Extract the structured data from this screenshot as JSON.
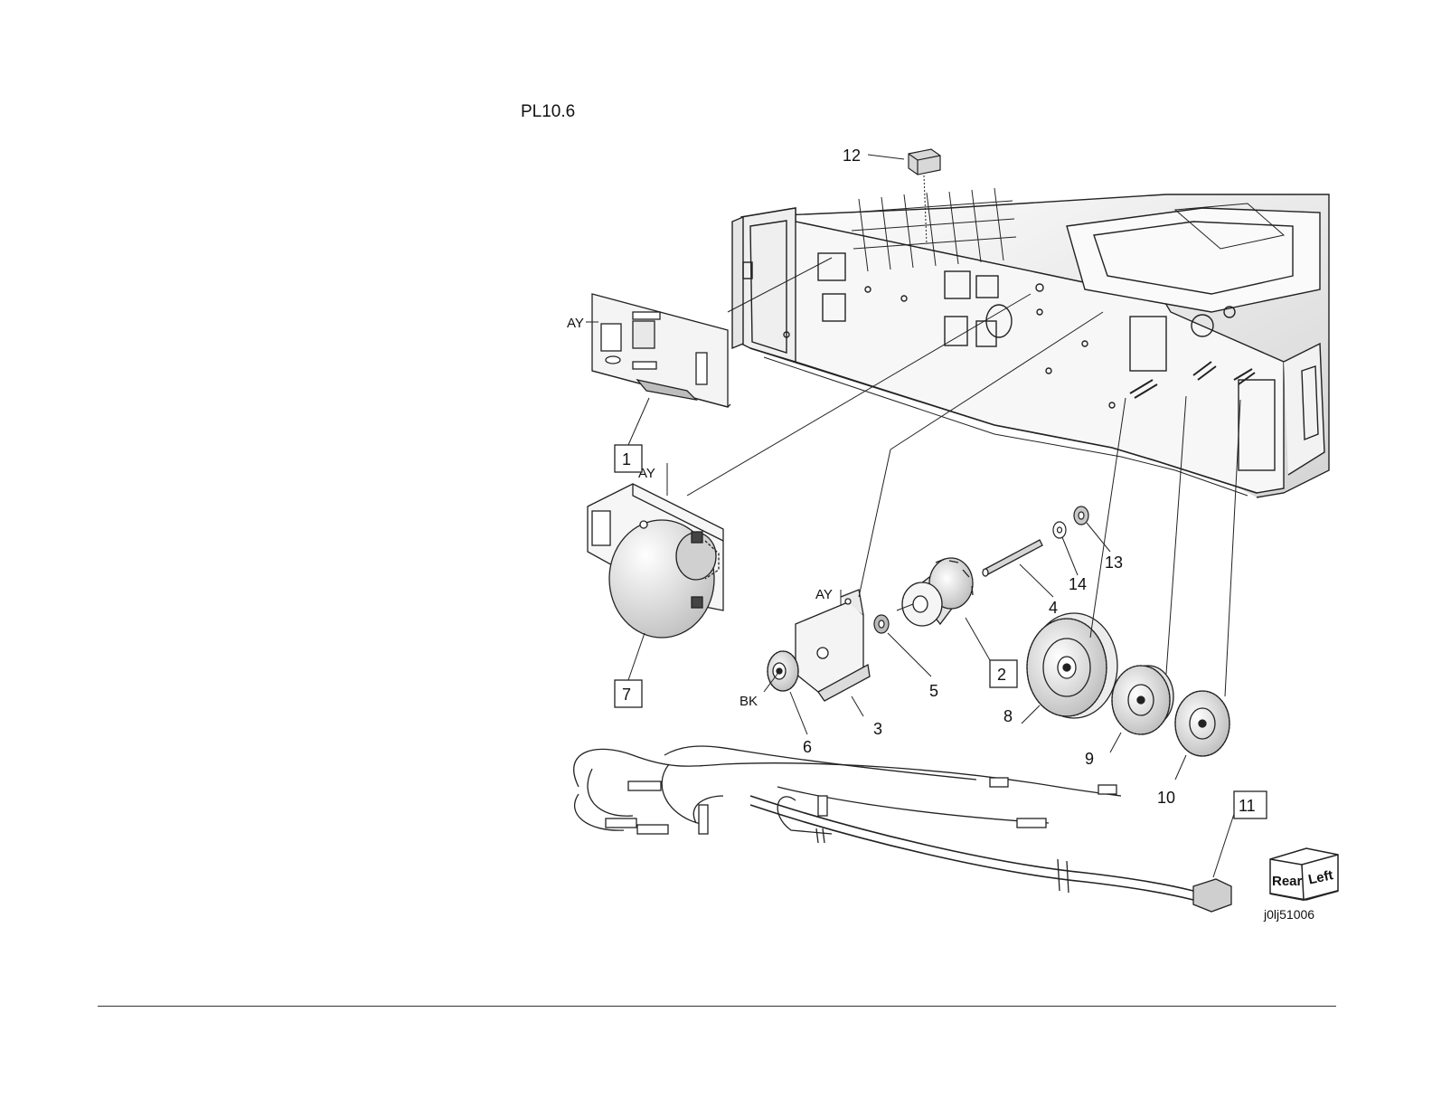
{
  "page": {
    "title": "PL10.6",
    "image_id": "j0lj51006"
  },
  "callouts": {
    "c1": "1",
    "c2": "2",
    "c3": "3",
    "c4": "4",
    "c5": "5",
    "c6": "6",
    "c7": "7",
    "c8": "8",
    "c9": "9",
    "c10": "10",
    "c11": "11",
    "c12": "12",
    "c13": "13",
    "c14": "14"
  },
  "markers": {
    "ay_board": "AY",
    "ay_motor": "AY",
    "ay_bracket": "AY",
    "bk_gear": "BK"
  },
  "orientation": {
    "rear": "Rear",
    "left": "Left"
  },
  "colors": {
    "line": "#222222",
    "shade": "#9a9a9a",
    "highlight": "#ffffff"
  }
}
